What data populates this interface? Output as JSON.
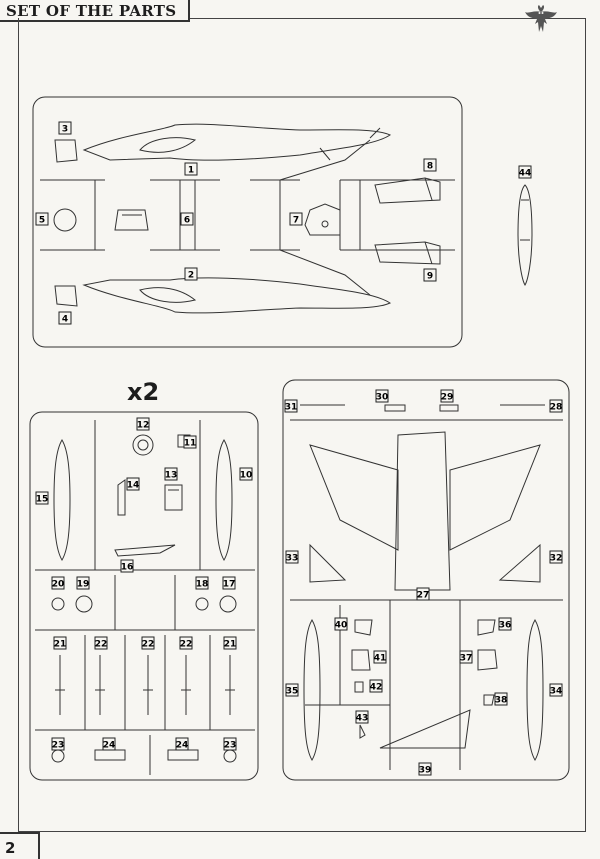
{
  "header": {
    "title": "SET OF THE PARTS"
  },
  "page_number": "2",
  "quantity_note": "x2",
  "sprue_a_labels": [
    "1",
    "2",
    "3",
    "4",
    "5",
    "6",
    "7",
    "8",
    "9"
  ],
  "part_44_label": "44",
  "sprue_b_labels": [
    "10",
    "11",
    "12",
    "13",
    "14",
    "15",
    "16",
    "17",
    "18",
    "19",
    "20",
    "21",
    "22",
    "22",
    "22",
    "21",
    "23",
    "24",
    "24",
    "23"
  ],
  "sprue_c_labels": [
    "28",
    "29",
    "30",
    "31",
    "32",
    "33",
    "27",
    "34",
    "35",
    "36",
    "37",
    "38",
    "39",
    "40",
    "41",
    "42",
    "43"
  ]
}
